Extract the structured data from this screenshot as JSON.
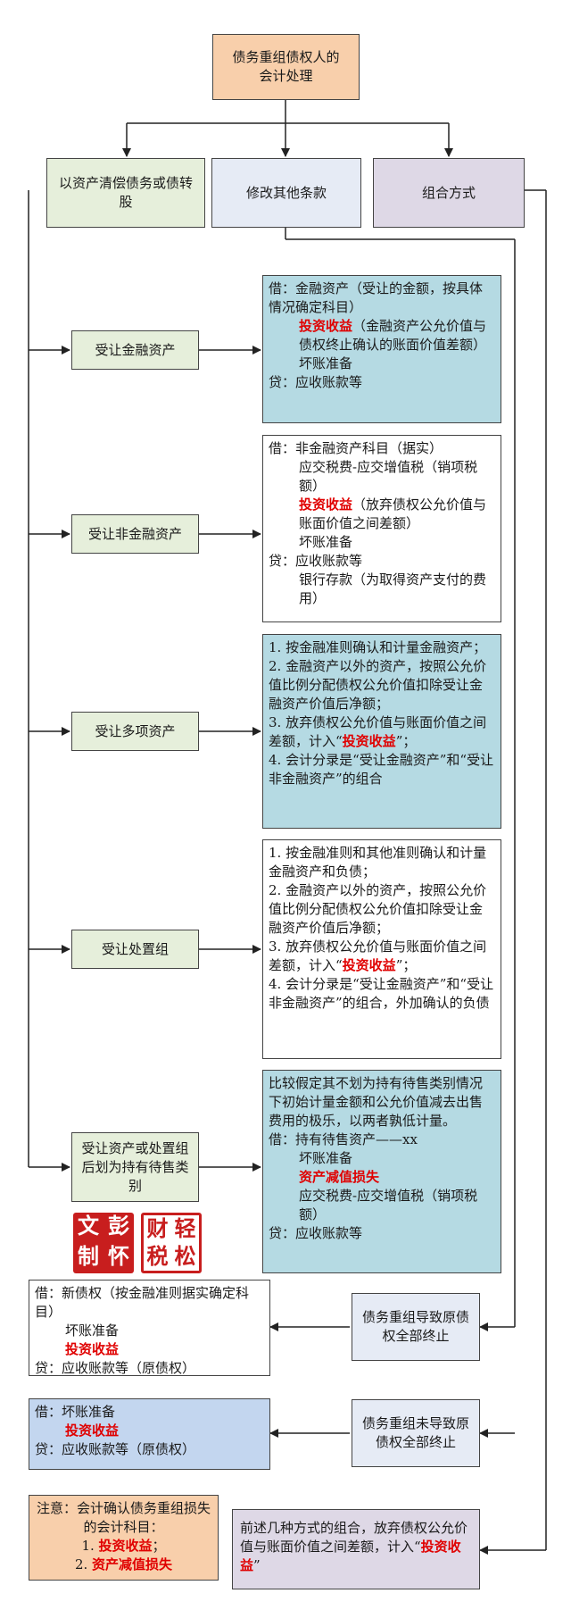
{
  "title": "债务重组债权人的会计处理",
  "methods": {
    "asset": "以资产清偿债务或债转股",
    "modify": "修改其他条款",
    "combo": "组合方式"
  },
  "left_items": {
    "financial": "受让金融资产",
    "nonfinancial": "受让非金融资产",
    "multiple": "受让多项资产",
    "disposal_group": "受让处置组",
    "held_for_sale": "受让资产或处置组后划为持有待售类别"
  },
  "entry_financial": {
    "l1": "借：金融资产（受让的金额，按具体情况确定科目）",
    "l2_red": "投资收益",
    "l2_rest": "（金融资产公允价值与债权终止确认的账面价值差额）",
    "l3": "坏账准备",
    "l4": "贷：应收账款等"
  },
  "entry_nonfinancial": {
    "l1": "借：非金融资产科目（据实）",
    "l2": "应交税费-应交增值税（销项税额）",
    "l3_red": "投资收益",
    "l3_rest": "（放弃债权公允价值与账面价值之间差额）",
    "l4": "坏账准备",
    "l5": "贷：应收账款等",
    "l6": "银行存款（为取得资产支付的费用）"
  },
  "entry_multiple": {
    "l1": "1. 按金融准则确认和计量金融资产；",
    "l2": "2. 金融资产以外的资产，按照公允价值比例分配债权公允价值扣除受让金融资产价值后净额；",
    "l3_pre": "3. 放弃债权公允价值与账面价值之间差额，计入“",
    "l3_red": "投资收益",
    "l3_post": "”；",
    "l4": "4. 会计分录是“受让金融资产”和“受让非金融资产”的组合"
  },
  "entry_disposal": {
    "l1": "1. 按金融准则和其他准则确认和计量金融资产和负债；",
    "l2": "2. 金融资产以外的资产，按照公允价值比例分配债权公允价值扣除受让金融资产价值后净额；",
    "l3_pre": "3. 放弃债权公允价值与账面价值之间差额，计入“",
    "l3_red": "投资收益",
    "l3_post": "”；",
    "l4": "4. 会计分录是“受让金融资产”和“受让非金融资产”的组合，外加确认的负债"
  },
  "entry_held": {
    "l1": "比较假定其不划为持有待售类别情况下初始计量金额和公允价值减去出售费用的极乐，以两者孰低计量。",
    "l2": "借：持有待售资产——xx",
    "l3": "坏账准备",
    "l4_red": "资产减值损失",
    "l5": "应交税费-应交增值税（销项税额）",
    "l6": "贷：应收账款等"
  },
  "stamp": {
    "a1": "文",
    "a2": "彭",
    "a3": "制",
    "a4": "怀",
    "b1": "财",
    "b2": "轻",
    "b3": "税",
    "b4": "松"
  },
  "termination_full": "债务重组导致原债权全部终止",
  "entry_full": {
    "l1": "借：新债权（按金融准则据实确定科目）",
    "l2": "坏账准备",
    "l3_red": "投资收益",
    "l4": "贷：应收账款等（原债权）"
  },
  "termination_partial": "债务重组未导致原债权全部终止",
  "entry_partial": {
    "l1": "借：坏账准备",
    "l2_red": "投资收益",
    "l3": "贷：应收账款等（原债权）"
  },
  "note": {
    "l1": "注意：会计确认债务重组损失的会计科目：",
    "l2_num": "1.",
    "l2_red": "投资收益",
    "l2_post": "；",
    "l3_num": "2.",
    "l3_red": "资产减值损失"
  },
  "combo_note": {
    "pre": "前述几种方式的组合，放弃债权公允价值与账面价值之间差额，计入“",
    "red": "投资收益",
    "post": "”"
  },
  "colors": {
    "title_bg": "#f8cfab",
    "method_green": "#e6efdb",
    "method_gray": "#e6ebf5",
    "method_purple": "#ded8e6",
    "entry_teal": "#b5dae3",
    "entry_blue": "#c3d6ef",
    "highlight_red": "#e00000"
  }
}
